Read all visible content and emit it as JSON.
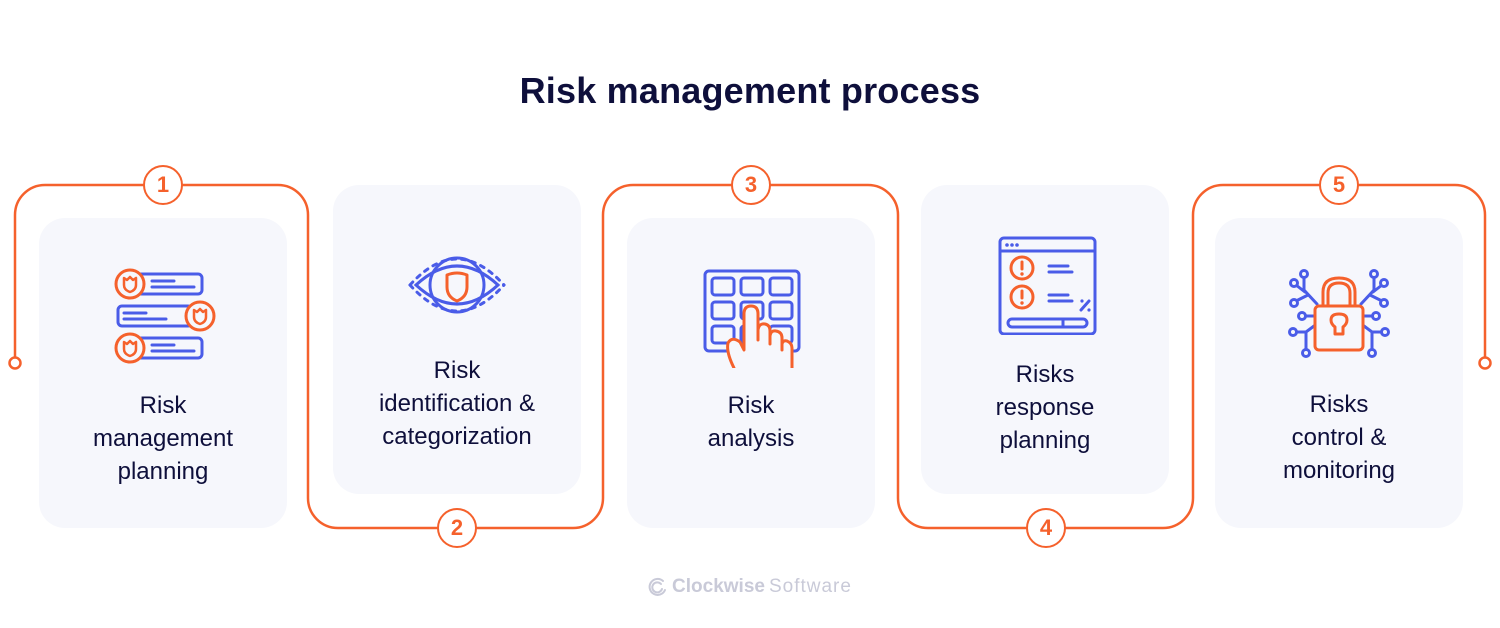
{
  "title": "Risk management process",
  "colors": {
    "accent": "#f5612c",
    "icon_blue": "#4a5ce8",
    "text": "#0e0f3b",
    "card_bg": "#f6f7fc",
    "brand_gray": "#c9cad8"
  },
  "steps": [
    {
      "number": "1",
      "label_lines": [
        "Risk",
        "management",
        "planning"
      ],
      "icon": "shield-list-icon"
    },
    {
      "number": "2",
      "label_lines": [
        "Risk",
        "identification &",
        "categorization"
      ],
      "icon": "eye-shield-icon"
    },
    {
      "number": "3",
      "label_lines": [
        "Risk",
        "analysis"
      ],
      "icon": "grid-hand-icon"
    },
    {
      "number": "4",
      "label_lines": [
        "Risks",
        "response",
        "planning"
      ],
      "icon": "browser-alert-icon"
    },
    {
      "number": "5",
      "label_lines": [
        "Risks",
        "control &",
        "monitoring"
      ],
      "icon": "lock-circuit-icon"
    }
  ],
  "brand": {
    "part1": "Clockwise",
    "part2": "Software",
    "icon": "clockwise-logo-icon"
  }
}
